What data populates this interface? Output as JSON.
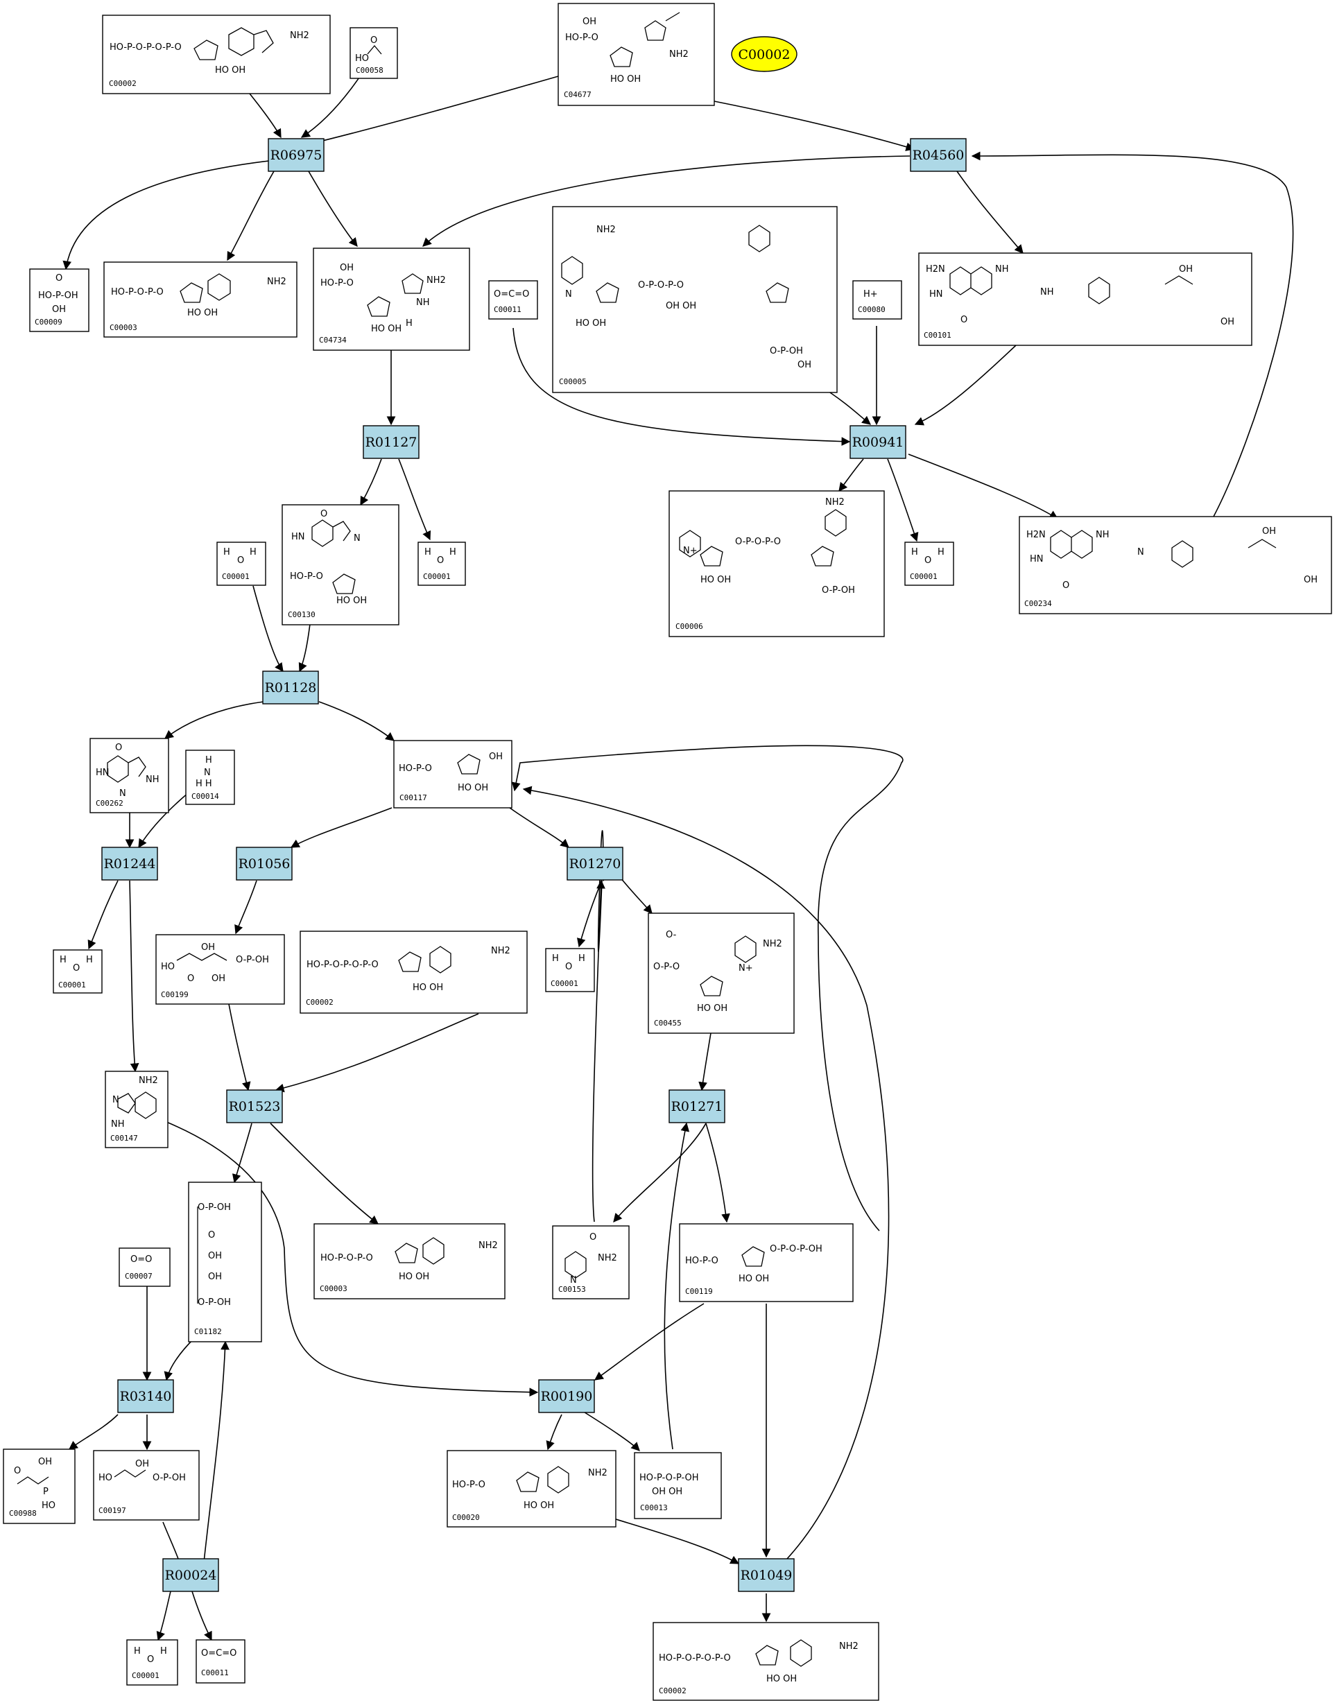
{
  "highlight": {
    "label": "C00002",
    "color": "#ffff00"
  },
  "colors": {
    "reaction_fill": "#add8e6",
    "compound_fill": "#ffffff",
    "edge": "#000000"
  },
  "reactions": [
    "R06975",
    "R04560",
    "R01127",
    "R00941",
    "R01128",
    "R01244",
    "R01056",
    "R01270",
    "R01523",
    "R01271",
    "R03140",
    "R00190",
    "R00024",
    "R01049"
  ],
  "compounds": [
    {
      "id": "c00002a",
      "label": "C00002",
      "structure": [
        "HO-P-O-P-O-P-O",
        "NH2",
        "HO OH"
      ]
    },
    {
      "id": "c00058",
      "label": "C00058",
      "structure": [
        "HO",
        "O"
      ]
    },
    {
      "id": "c04677",
      "label": "C04677",
      "structure": [
        "OH",
        "HO-P-O",
        "NH2",
        "HO OH"
      ]
    },
    {
      "id": "c00009",
      "label": "C00009",
      "structure": [
        "O",
        "HO-P-OH",
        "OH"
      ]
    },
    {
      "id": "c00003a",
      "label": "C00003",
      "structure": [
        "HO-P-O-P-O",
        "NH2",
        "HO OH"
      ]
    },
    {
      "id": "c04734",
      "label": "C04734",
      "structure": [
        "OH",
        "HO-P-O",
        "NH2",
        "NH",
        "H",
        "HO OH"
      ]
    },
    {
      "id": "c00011a",
      "label": "C00011",
      "structure": [
        "O=C=O"
      ]
    },
    {
      "id": "c00005",
      "label": "C00005",
      "structure": [
        "NH2",
        "N",
        "O-P-O-P-O",
        "OH OH",
        "HO OH",
        "O-P-OH",
        "OH"
      ]
    },
    {
      "id": "c00080",
      "label": "C00080",
      "structure": [
        "H+"
      ]
    },
    {
      "id": "c00101",
      "label": "C00101",
      "structure": [
        "H2N",
        "NH",
        "HN",
        "O",
        "NH",
        "OH",
        "OH"
      ]
    },
    {
      "id": "c00130",
      "label": "C00130",
      "structure": [
        "O",
        "HN",
        "N",
        "HO-P-O",
        "HO OH"
      ]
    },
    {
      "id": "c00001a",
      "label": "C00001",
      "structure": [
        "H",
        "O",
        "H"
      ]
    },
    {
      "id": "c00001b",
      "label": "C00001",
      "structure": [
        "H",
        "O",
        "H"
      ]
    },
    {
      "id": "c00006",
      "label": "C00006",
      "structure": [
        "NH2",
        "N+",
        "O-P-O-P-O",
        "HO OH",
        "O-P-OH"
      ]
    },
    {
      "id": "c00001c",
      "label": "C00001",
      "structure": [
        "H",
        "O",
        "H"
      ]
    },
    {
      "id": "c00234",
      "label": "C00234",
      "structure": [
        "H2N",
        "NH",
        "HN",
        "O",
        "N",
        "OH",
        "OH"
      ]
    },
    {
      "id": "c00262",
      "label": "C00262",
      "structure": [
        "O",
        "HN",
        "N",
        "NH"
      ]
    },
    {
      "id": "c00014",
      "label": "C00014",
      "structure": [
        "H",
        "N",
        "H H"
      ]
    },
    {
      "id": "c00117",
      "label": "C00117",
      "structure": [
        "HO-P-O",
        "OH",
        "HO OH"
      ]
    },
    {
      "id": "c00001d",
      "label": "C00001",
      "structure": [
        "H",
        "O",
        "H"
      ]
    },
    {
      "id": "c00199",
      "label": "C00199",
      "structure": [
        "HO",
        "OH",
        "O",
        "OH",
        "O-P-OH"
      ]
    },
    {
      "id": "c00002b",
      "label": "C00002",
      "structure": [
        "HO-P-O-P-O-P-O",
        "NH2",
        "HO OH"
      ]
    },
    {
      "id": "c00001e",
      "label": "C00001",
      "structure": [
        "H",
        "O",
        "H"
      ]
    },
    {
      "id": "c00455",
      "label": "C00455",
      "structure": [
        "O-",
        "O-P-O",
        "NH2",
        "N+",
        "HO OH"
      ]
    },
    {
      "id": "c00147",
      "label": "C00147",
      "structure": [
        "NH2",
        "N",
        "NH"
      ]
    },
    {
      "id": "c01182",
      "label": "C01182",
      "structure": [
        "O-P-OH",
        "O",
        "OH",
        "OH",
        "O-P-OH"
      ]
    },
    {
      "id": "c00003b",
      "label": "C00003",
      "structure": [
        "HO-P-O-P-O",
        "NH2",
        "HO OH"
      ]
    },
    {
      "id": "c00153",
      "label": "C00153",
      "structure": [
        "O",
        "NH2",
        "N"
      ]
    },
    {
      "id": "c00119",
      "label": "C00119",
      "structure": [
        "HO-P-O",
        "O-P-O-P-OH",
        "HO OH"
      ]
    },
    {
      "id": "c00007",
      "label": "C00007",
      "structure": [
        "O=O"
      ]
    },
    {
      "id": "c00988",
      "label": "C00988",
      "structure": [
        "OH",
        "O",
        "P",
        "HO"
      ]
    },
    {
      "id": "c00197",
      "label": "C00197",
      "structure": [
        "HO",
        "OH",
        "O-P-OH"
      ]
    },
    {
      "id": "c00020",
      "label": "C00020",
      "structure": [
        "HO-P-O",
        "NH2",
        "HO OH"
      ]
    },
    {
      "id": "c00013",
      "label": "C00013",
      "structure": [
        "HO-P-O-P-OH",
        "OH OH"
      ]
    },
    {
      "id": "c00001f",
      "label": "C00001",
      "structure": [
        "H",
        "O",
        "H"
      ]
    },
    {
      "id": "c00011b",
      "label": "C00011",
      "structure": [
        "O=C=O"
      ]
    },
    {
      "id": "c00002c",
      "label": "C00002",
      "structure": [
        "HO-P-O-P-O-P-O",
        "NH2",
        "HO OH"
      ]
    }
  ]
}
